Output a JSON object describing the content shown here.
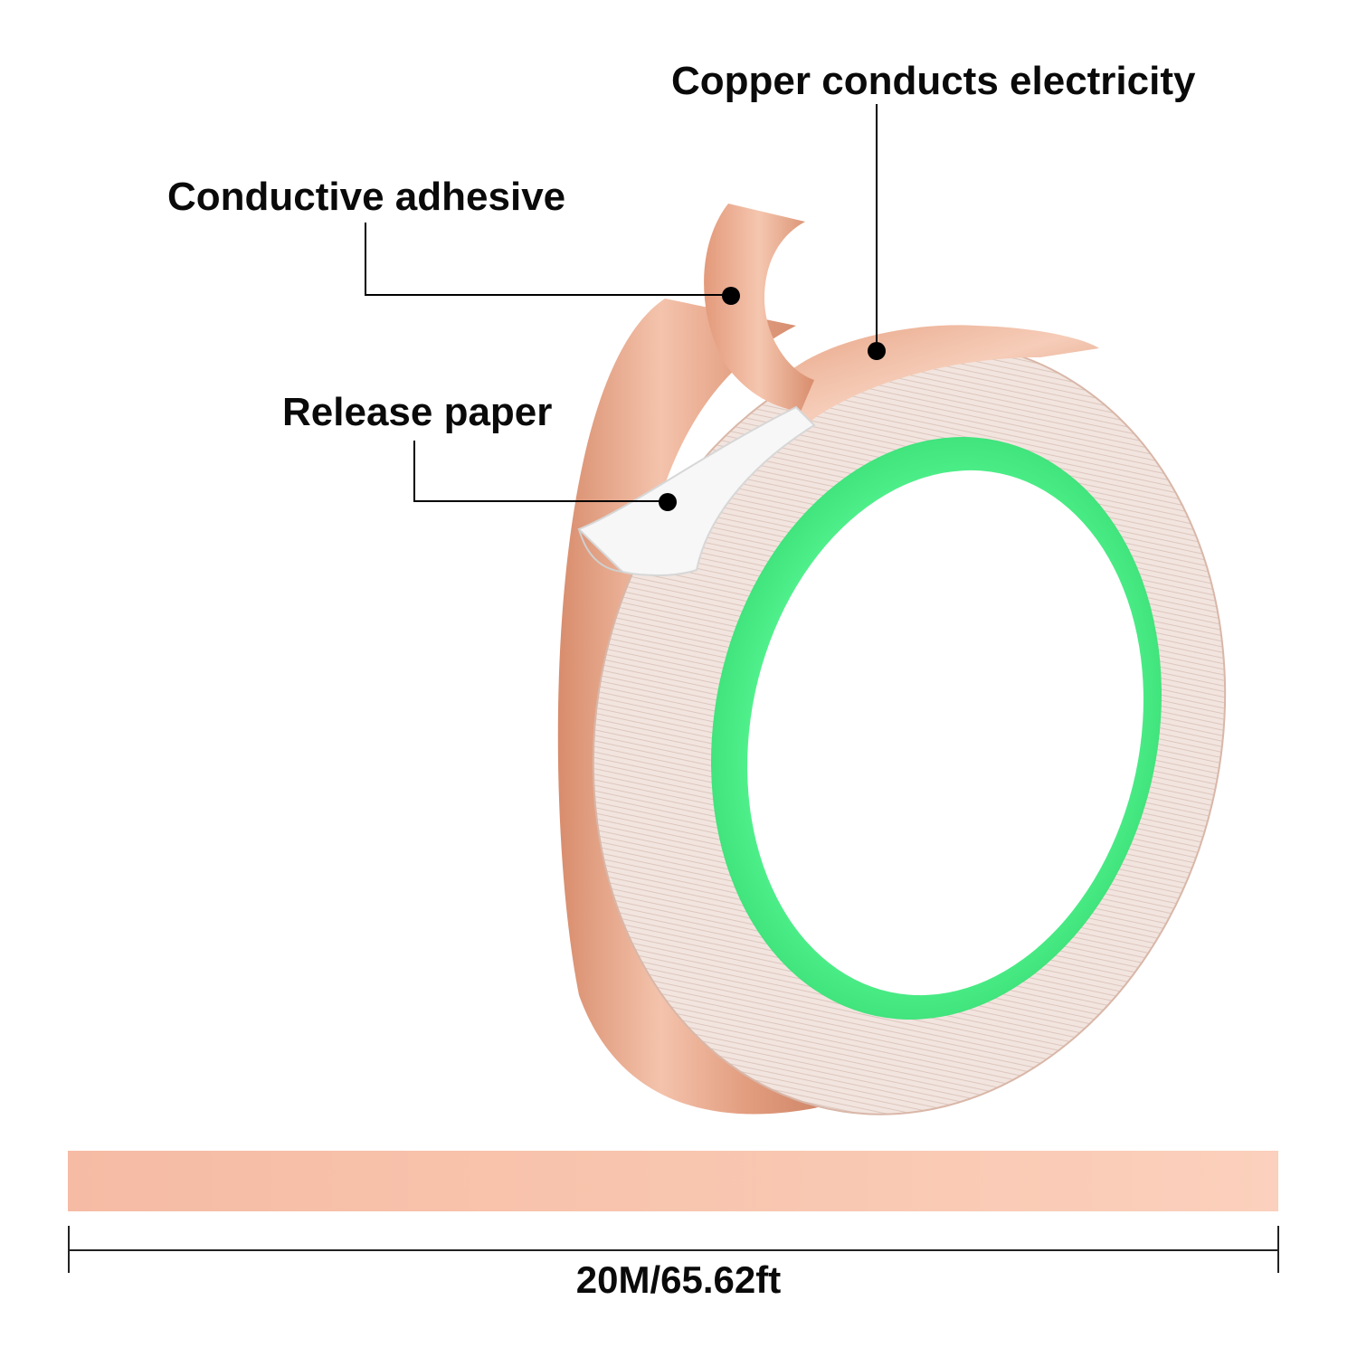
{
  "labels": {
    "copper": "Copper conducts electricity",
    "adhesive": "Conductive adhesive",
    "release": "Release paper",
    "length": "20M/65.62ft"
  },
  "colors": {
    "copper": "#e5a184",
    "copper_light": "#f6c9b4",
    "core_green": "#3de67a",
    "tape_edge": "#eeddd6",
    "strip": "#f8c3ac",
    "line": "#000000"
  }
}
